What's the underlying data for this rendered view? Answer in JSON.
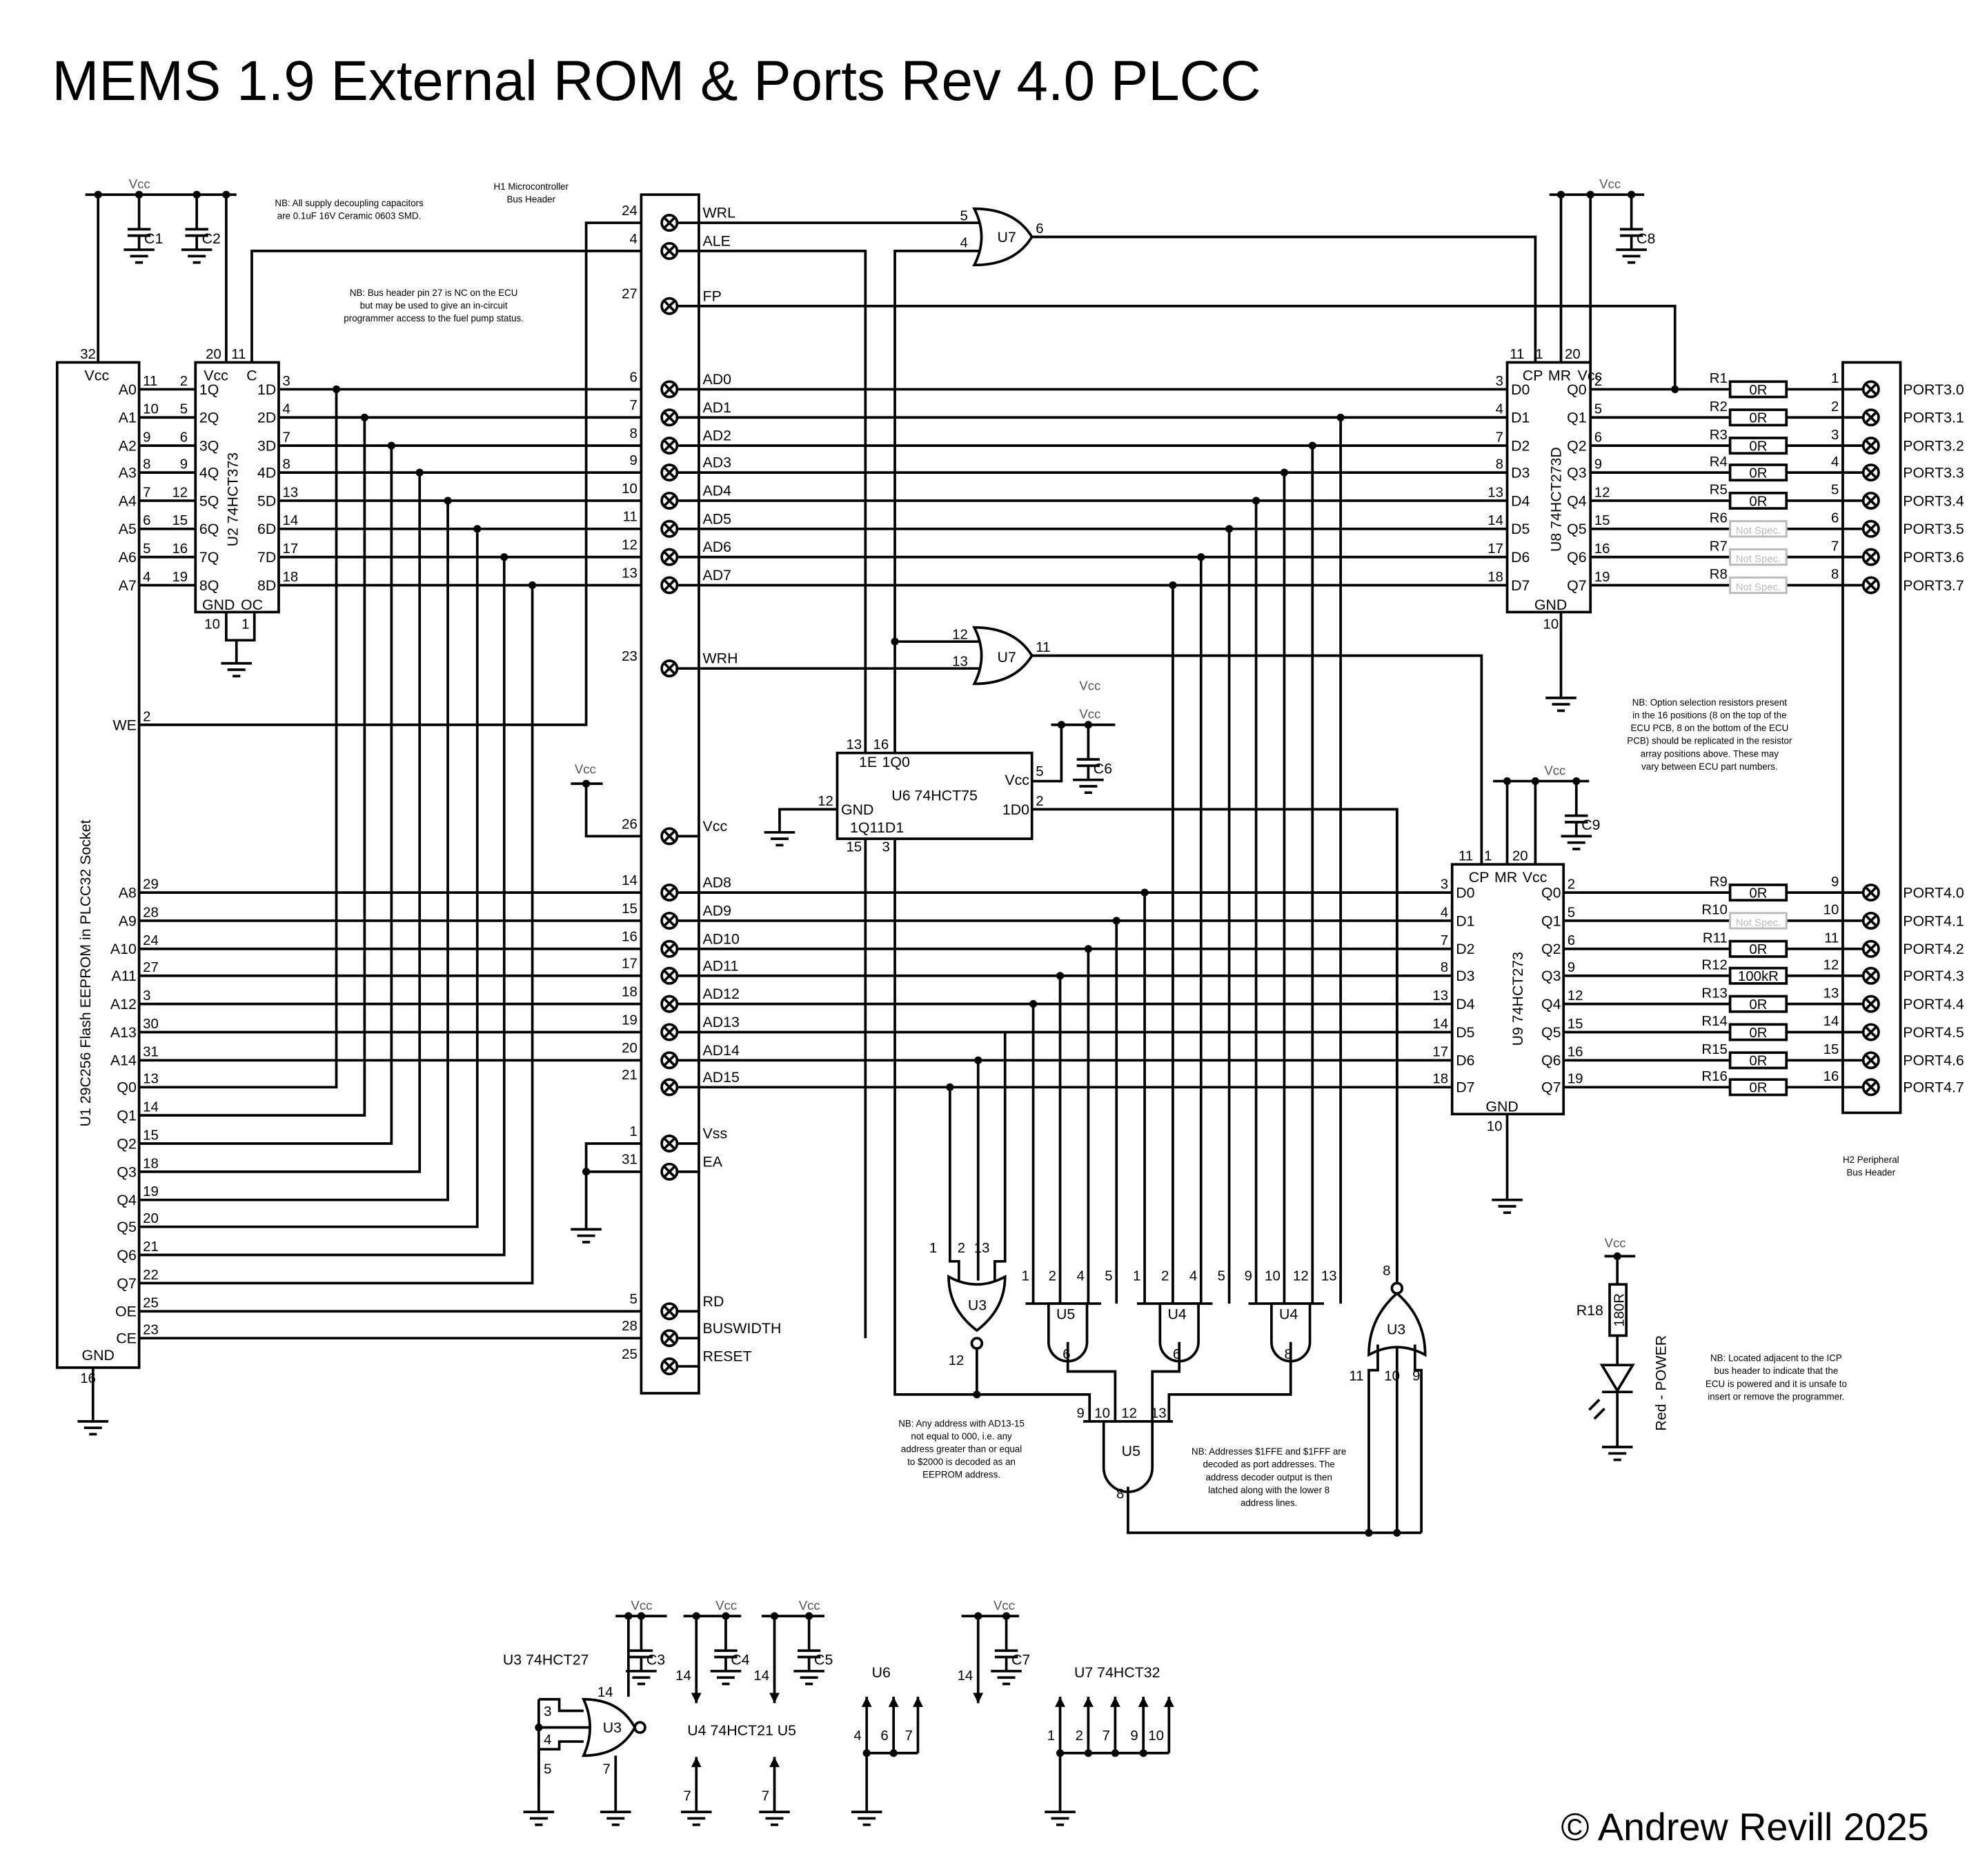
{
  "title": "MEMS 1.9 External ROM & Ports Rev 4.0 PLCC",
  "copyright": "© Andrew Revill 2025",
  "vcc_label": "Vcc",
  "notes": {
    "decoupling": [
      "NB: All supply decoupling capacitors",
      "are 0.1uF 16V Ceramic 0603 SMD."
    ],
    "pin27": [
      "NB: Bus header pin 27 is NC on the ECU",
      "but may be used to give an in-circuit",
      "programmer access to the fuel pump status."
    ],
    "option_resistors": [
      "NB: Option selection resistors present",
      "in the 16 positions (8 on the top of the",
      "ECU PCB, 8 on the bottom of the ECU",
      "PCB) should be replicated in the resistor",
      "array positions above. These may",
      "vary between ECU part numbers."
    ],
    "eeprom_decode": [
      "NB: Any address with AD13-15",
      "not equal to 000, i.e. any",
      "address greater than or equal",
      "to $2000 is decoded as an",
      "EEPROM address."
    ],
    "port_decode": [
      "NB: Addresses $1FFE and $1FFF are",
      "decoded as port addresses. The",
      "address decoder output is then",
      "latched along with the lower 8",
      "address lines."
    ],
    "led": [
      "NB: Located adjacent to the ICP",
      "bus header to indicate that the",
      "ECU is powered and it is unsafe to",
      "insert or remove the programmer."
    ]
  },
  "u1": {
    "label": "U1 29C256 Flash EEPROM in PLCC32 Socket",
    "vcc": {
      "name": "Vcc",
      "pin": "32"
    },
    "gnd": {
      "name": "GND",
      "pin": "16"
    },
    "pins_top": [
      {
        "name": "A0",
        "pin": "11"
      },
      {
        "name": "A1",
        "pin": "10"
      },
      {
        "name": "A2",
        "pin": "9"
      },
      {
        "name": "A3",
        "pin": "8"
      },
      {
        "name": "A4",
        "pin": "7"
      },
      {
        "name": "A5",
        "pin": "6"
      },
      {
        "name": "A6",
        "pin": "5"
      },
      {
        "name": "A7",
        "pin": "4"
      }
    ],
    "we": {
      "name": "WE",
      "pin": "2"
    },
    "pins_bottom": [
      {
        "name": "A8",
        "pin": "29"
      },
      {
        "name": "A9",
        "pin": "28"
      },
      {
        "name": "A10",
        "pin": "24"
      },
      {
        "name": "A11",
        "pin": "27"
      },
      {
        "name": "A12",
        "pin": "3"
      },
      {
        "name": "A13",
        "pin": "30"
      },
      {
        "name": "A14",
        "pin": "31"
      },
      {
        "name": "Q0",
        "pin": "13"
      },
      {
        "name": "Q1",
        "pin": "14"
      },
      {
        "name": "Q2",
        "pin": "15"
      },
      {
        "name": "Q3",
        "pin": "18"
      },
      {
        "name": "Q4",
        "pin": "19"
      },
      {
        "name": "Q5",
        "pin": "20"
      },
      {
        "name": "Q6",
        "pin": "21"
      },
      {
        "name": "Q7",
        "pin": "22"
      },
      {
        "name": "OE",
        "pin": "25"
      },
      {
        "name": "CE",
        "pin": "23"
      }
    ]
  },
  "u2": {
    "label": "U2 74HCT373",
    "vcc": {
      "name": "Vcc",
      "pin": "20"
    },
    "c": {
      "name": "C",
      "pin": "11"
    },
    "gnd": {
      "name": "GND",
      "pin": "10"
    },
    "oc": {
      "name": "OC",
      "pin": "1"
    },
    "q": [
      {
        "name": "1Q",
        "pin": "2"
      },
      {
        "name": "2Q",
        "pin": "5"
      },
      {
        "name": "3Q",
        "pin": "6"
      },
      {
        "name": "4Q",
        "pin": "9"
      },
      {
        "name": "5Q",
        "pin": "12"
      },
      {
        "name": "6Q",
        "pin": "15"
      },
      {
        "name": "7Q",
        "pin": "16"
      },
      {
        "name": "8Q",
        "pin": "19"
      }
    ],
    "d": [
      {
        "name": "1D",
        "pin": "3"
      },
      {
        "name": "2D",
        "pin": "4"
      },
      {
        "name": "3D",
        "pin": "7"
      },
      {
        "name": "4D",
        "pin": "8"
      },
      {
        "name": "5D",
        "pin": "13"
      },
      {
        "name": "6D",
        "pin": "14"
      },
      {
        "name": "7D",
        "pin": "17"
      },
      {
        "name": "8D",
        "pin": "18"
      }
    ]
  },
  "caps": {
    "c1": "C1",
    "c2": "C2",
    "c3": "C3",
    "c4": "C4",
    "c5": "C5",
    "c6": "C6",
    "c7": "C7",
    "c8": "C8",
    "c9": "C9"
  },
  "h1": {
    "label": [
      "H1 Microcontroller",
      "Bus Header"
    ],
    "pins": [
      {
        "pin": "24",
        "name": "WRL"
      },
      {
        "pin": "4",
        "name": "ALE"
      },
      {
        "pin": "27",
        "name": "FP"
      },
      {
        "pin": "6",
        "name": "AD0"
      },
      {
        "pin": "7",
        "name": "AD1"
      },
      {
        "pin": "8",
        "name": "AD2"
      },
      {
        "pin": "9",
        "name": "AD3"
      },
      {
        "pin": "10",
        "name": "AD4"
      },
      {
        "pin": "11",
        "name": "AD5"
      },
      {
        "pin": "12",
        "name": "AD6"
      },
      {
        "pin": "13",
        "name": "AD7"
      },
      {
        "pin": "23",
        "name": "WRH"
      },
      {
        "pin": "26",
        "name": "Vcc"
      },
      {
        "pin": "14",
        "name": "AD8"
      },
      {
        "pin": "15",
        "name": "AD9"
      },
      {
        "pin": "16",
        "name": "AD10"
      },
      {
        "pin": "17",
        "name": "AD11"
      },
      {
        "pin": "18",
        "name": "AD12"
      },
      {
        "pin": "19",
        "name": "AD13"
      },
      {
        "pin": "20",
        "name": "AD14"
      },
      {
        "pin": "21",
        "name": "AD15"
      },
      {
        "pin": "1",
        "name": "Vss"
      },
      {
        "pin": "31",
        "name": "EA"
      },
      {
        "pin": "5",
        "name": "RD"
      },
      {
        "pin": "28",
        "name": "BUSWIDTH"
      },
      {
        "pin": "25",
        "name": "RESET"
      }
    ]
  },
  "u7": {
    "label": "U7",
    "part": "U7 74HCT32",
    "gate_a": {
      "in1": "5",
      "in2": "4",
      "out": "6"
    },
    "gate_b": {
      "in1": "12",
      "in2": "13",
      "out": "11"
    },
    "unused_pins": [
      "1",
      "2",
      "7",
      "9",
      "10"
    ],
    "vcc_pin": "14"
  },
  "u6": {
    "label": "U6 74HCT75",
    "short": "U6",
    "pins": {
      "e1": {
        "name": "1E",
        "pin": "13"
      },
      "q0": {
        "name": "1Q0",
        "pin": "16"
      },
      "gnd": {
        "name": "GND",
        "pin": "12"
      },
      "q1": {
        "name": "1Q1",
        "pin": "15"
      },
      "d1": {
        "name": "1D1",
        "pin": "3"
      },
      "vcc": {
        "name": "Vcc",
        "pin": "5"
      },
      "d0": {
        "name": "1D0",
        "pin": "2"
      }
    },
    "unused_pins": [
      "4",
      "6",
      "7"
    ]
  },
  "u8": {
    "label": "U8 74HCT273D",
    "top": [
      {
        "name": "CP",
        "pin": "11"
      },
      {
        "name": "MR",
        "pin": "1"
      },
      {
        "name": "Vcc",
        "pin": "20"
      }
    ],
    "gnd": {
      "name": "GND",
      "pin": "10"
    },
    "d": [
      {
        "name": "D0",
        "pin": "3"
      },
      {
        "name": "D1",
        "pin": "4"
      },
      {
        "name": "D2",
        "pin": "7"
      },
      {
        "name": "D3",
        "pin": "8"
      },
      {
        "name": "D4",
        "pin": "13"
      },
      {
        "name": "D5",
        "pin": "14"
      },
      {
        "name": "D6",
        "pin": "17"
      },
      {
        "name": "D7",
        "pin": "18"
      }
    ],
    "q": [
      {
        "name": "Q0",
        "pin": "2"
      },
      {
        "name": "Q1",
        "pin": "5"
      },
      {
        "name": "Q2",
        "pin": "6"
      },
      {
        "name": "Q3",
        "pin": "9"
      },
      {
        "name": "Q4",
        "pin": "12"
      },
      {
        "name": "Q5",
        "pin": "15"
      },
      {
        "name": "Q6",
        "pin": "16"
      },
      {
        "name": "Q7",
        "pin": "19"
      }
    ]
  },
  "u9": {
    "label": "U9 74HCT273",
    "top": [
      {
        "name": "CP",
        "pin": "11"
      },
      {
        "name": "MR",
        "pin": "1"
      },
      {
        "name": "Vcc",
        "pin": "20"
      }
    ],
    "gnd": {
      "name": "GND",
      "pin": "10"
    },
    "d": [
      {
        "name": "D0",
        "pin": "3"
      },
      {
        "name": "D1",
        "pin": "4"
      },
      {
        "name": "D2",
        "pin": "7"
      },
      {
        "name": "D3",
        "pin": "8"
      },
      {
        "name": "D4",
        "pin": "13"
      },
      {
        "name": "D5",
        "pin": "14"
      },
      {
        "name": "D6",
        "pin": "17"
      },
      {
        "name": "D7",
        "pin": "18"
      }
    ],
    "q": [
      {
        "name": "Q0",
        "pin": "2"
      },
      {
        "name": "Q1",
        "pin": "5"
      },
      {
        "name": "Q2",
        "pin": "6"
      },
      {
        "name": "Q3",
        "pin": "9"
      },
      {
        "name": "Q4",
        "pin": "12"
      },
      {
        "name": "Q5",
        "pin": "15"
      },
      {
        "name": "Q6",
        "pin": "16"
      },
      {
        "name": "Q7",
        "pin": "19"
      }
    ]
  },
  "resistors_port3": [
    {
      "ref": "R1",
      "value": "0R",
      "spec": true,
      "hpin": "1",
      "port": "PORT3.0"
    },
    {
      "ref": "R2",
      "value": "0R",
      "spec": true,
      "hpin": "2",
      "port": "PORT3.1"
    },
    {
      "ref": "R3",
      "value": "0R",
      "spec": true,
      "hpin": "3",
      "port": "PORT3.2"
    },
    {
      "ref": "R4",
      "value": "0R",
      "spec": true,
      "hpin": "4",
      "port": "PORT3.3"
    },
    {
      "ref": "R5",
      "value": "0R",
      "spec": true,
      "hpin": "5",
      "port": "PORT3.4"
    },
    {
      "ref": "R6",
      "value": "Not Spec.",
      "spec": false,
      "hpin": "6",
      "port": "PORT3.5"
    },
    {
      "ref": "R7",
      "value": "Not Spec.",
      "spec": false,
      "hpin": "7",
      "port": "PORT3.6"
    },
    {
      "ref": "R8",
      "value": "Not Spec.",
      "spec": false,
      "hpin": "8",
      "port": "PORT3.7"
    }
  ],
  "resistors_port4": [
    {
      "ref": "R9",
      "value": "0R",
      "spec": true,
      "hpin": "9",
      "port": "PORT4.0"
    },
    {
      "ref": "R10",
      "value": "Not Spec.",
      "spec": false,
      "hpin": "10",
      "port": "PORT4.1"
    },
    {
      "ref": "R11",
      "value": "0R",
      "spec": true,
      "hpin": "11",
      "port": "PORT4.2"
    },
    {
      "ref": "R12",
      "value": "100kR",
      "spec": true,
      "hpin": "12",
      "port": "PORT4.3"
    },
    {
      "ref": "R13",
      "value": "0R",
      "spec": true,
      "hpin": "13",
      "port": "PORT4.4"
    },
    {
      "ref": "R14",
      "value": "0R",
      "spec": true,
      "hpin": "14",
      "port": "PORT4.5"
    },
    {
      "ref": "R15",
      "value": "0R",
      "spec": true,
      "hpin": "15",
      "port": "PORT4.6"
    },
    {
      "ref": "R16",
      "value": "0R",
      "spec": true,
      "hpin": "16",
      "port": "PORT4.7"
    }
  ],
  "h2": {
    "label": [
      "H2 Peripheral",
      "Bus Header"
    ]
  },
  "decoder": {
    "u3_nor3": {
      "label": "U3",
      "inputs": [
        "1",
        "2",
        "13"
      ],
      "out": "12"
    },
    "u5_and4a": {
      "label": "U5",
      "inputs": [
        "1",
        "2",
        "4",
        "5"
      ],
      "out": "6"
    },
    "u4_and4a": {
      "label": "U4",
      "inputs": [
        "1",
        "2",
        "4",
        "5"
      ],
      "out": "6"
    },
    "u4_and4b": {
      "label": "U4",
      "inputs": [
        "9",
        "10",
        "12",
        "13"
      ],
      "out": "8"
    },
    "u5_and4b": {
      "label": "U5",
      "inputs": [
        "9",
        "10",
        "12",
        "13"
      ],
      "out": "8"
    },
    "u3_nor3b": {
      "label": "U3",
      "inputs": [
        "11",
        "10",
        "9"
      ],
      "out": "8"
    }
  },
  "power_section": {
    "u3_part": "U3 74HCT27",
    "u3_short": "U3",
    "u3_pins": [
      "3",
      "4",
      "5",
      "14",
      "7"
    ],
    "u4u5_part": "U4 74HCT21 U5",
    "vcc_pin": "14",
    "gnd_pin": "7",
    "u6_short": "U6"
  },
  "led": {
    "ref": "R18",
    "value": "180R",
    "label": "Red - POWER"
  }
}
